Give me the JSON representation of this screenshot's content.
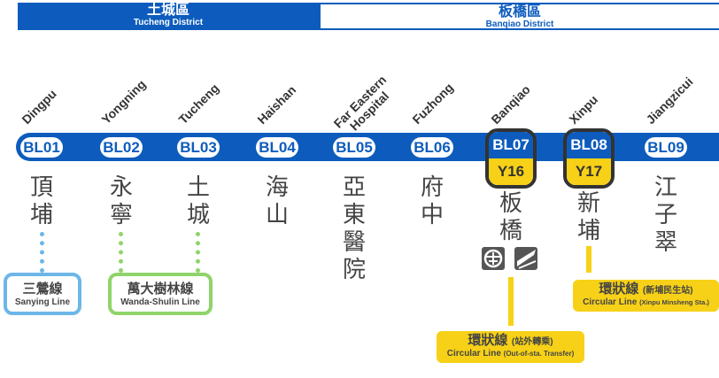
{
  "districts": [
    {
      "zh": "土城區",
      "en": "Tucheng District"
    },
    {
      "zh": "板橋區",
      "en": "Banqiao District"
    }
  ],
  "stations": [
    {
      "code": "BL01",
      "en": "Dingpu",
      "zh": "頂埔"
    },
    {
      "code": "BL02",
      "en": "Yongning",
      "zh": "永寧"
    },
    {
      "code": "BL03",
      "en": "Tucheng",
      "zh": "土城"
    },
    {
      "code": "BL04",
      "en": "Haishan",
      "zh": "海山"
    },
    {
      "code": "BL05",
      "en": "Far Eastern Hospital",
      "en1": "Far Eastern",
      "en2": "Hospital",
      "zh": "亞東醫院"
    },
    {
      "code": "BL06",
      "en": "Fuzhong",
      "zh": "府中"
    },
    {
      "code": "BL07",
      "code2": "Y16",
      "en": "Banqiao",
      "zh": "板橋"
    },
    {
      "code": "BL08",
      "code2": "Y17",
      "en": "Xinpu",
      "zh": "新埔"
    },
    {
      "code": "BL09",
      "en": "Jiangzicui",
      "zh": "江子翠"
    }
  ],
  "transfers": {
    "sanying": {
      "zh": "三鶯線",
      "en": "Sanying Line",
      "color": "#6db6e8"
    },
    "wanda": {
      "zh": "萬大樹林線",
      "en": "Wanda-Shulin Line",
      "color": "#8fd46a"
    },
    "circular_banqiao": {
      "zh": "環狀線",
      "zh_note": "(站外轉乘)",
      "en": "Circular Line",
      "en_note": "(Out-of-sta. Transfer)"
    },
    "circular_xinpu": {
      "zh": "環狀線",
      "zh_note": "(新埔民生站)",
      "en": "Circular Line",
      "en_note": "(Xinpu Minsheng Sta.)"
    }
  },
  "colors": {
    "blue": "#0d5cbd",
    "yellow": "#f7d117"
  }
}
